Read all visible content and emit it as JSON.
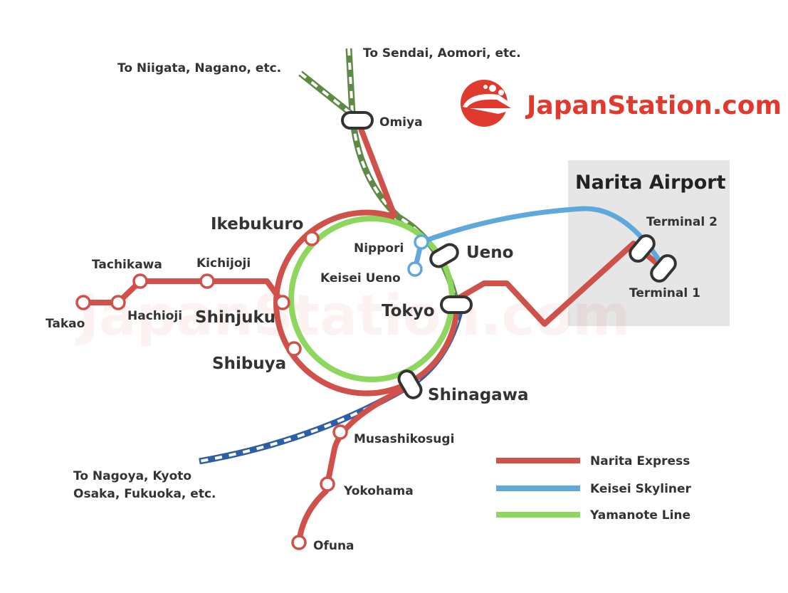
{
  "logo": {
    "text": "JapanStation.com",
    "color": "#e03a2f"
  },
  "watermark": "JapanStation.com",
  "airport": {
    "title": "Narita Airport",
    "terminal1": "Terminal 1",
    "terminal2": "Terminal 2"
  },
  "stations": {
    "omiya": "Omiya",
    "ikebukuro": "Ikebukuro",
    "nippori": "Nippori",
    "keisei_ueno": "Keisei Ueno",
    "ueno": "Ueno",
    "tokyo": "Tokyo",
    "shinjuku": "Shinjuku",
    "shibuya": "Shibuya",
    "shinagawa": "Shinagawa",
    "kichijoji": "Kichijoji",
    "tachikawa": "Tachikawa",
    "hachioji": "Hachioji",
    "takao": "Takao",
    "musashikosugi": "Musashikosugi",
    "yokohama": "Yokohama",
    "ofuna": "Ofuna"
  },
  "destinations": {
    "north_west": "To Niigata, Nagano, etc.",
    "north": "To Sendai, Aomori, etc.",
    "south_west_1": "To Nagoya, Kyoto",
    "south_west_2": "Osaka, Fukuoka, etc."
  },
  "legend": [
    {
      "label": "Narita Express",
      "color": "#d0504a"
    },
    {
      "label": "Keisei Skyliner",
      "color": "#5fa8dc"
    },
    {
      "label": "Yamanote Line",
      "color": "#8ed75e"
    }
  ],
  "colors": {
    "shinkansen_north": "#5e8a45",
    "shinkansen_tokaido": "#2e5ea8",
    "airport_box": "#e6e6e6"
  }
}
